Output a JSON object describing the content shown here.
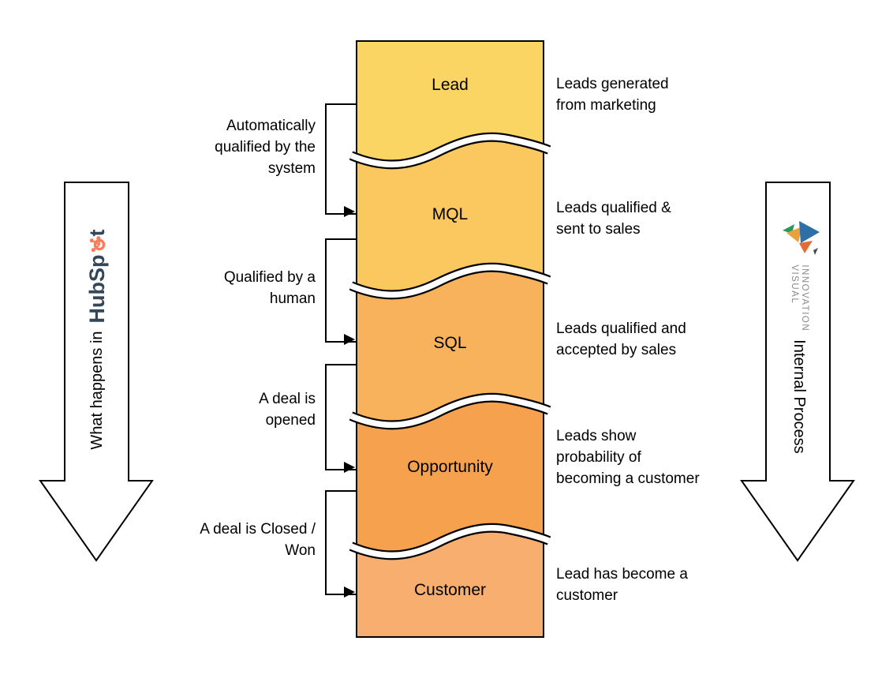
{
  "funnel": {
    "stages": [
      {
        "label": "Lead",
        "color": "#FBD563",
        "description": "Leads generated from marketing"
      },
      {
        "label": "MQL",
        "color": "#FBC75F",
        "description": "Leads qualified & sent to sales"
      },
      {
        "label": "SQL",
        "color": "#F9B25C",
        "description": "Leads qualified and accepted by sales"
      },
      {
        "label": "Opportunity",
        "color": "#F5A14D",
        "description": "Leads show probability of becoming a customer"
      },
      {
        "label": "Customer",
        "color": "#F8AE6E",
        "description": "Lead has become a customer"
      }
    ]
  },
  "left_annotations": [
    {
      "text": "Automatically qualified by the system"
    },
    {
      "text": "Qualified by a human"
    },
    {
      "text": "A deal is opened"
    },
    {
      "text": "A deal is Closed / Won"
    }
  ],
  "left_arrow": {
    "caption": "What happens in",
    "brand_prefix": "HubSp",
    "brand_suffix": "t",
    "brand_color": "#33475B",
    "sprocket_color": "#FF7A59"
  },
  "right_arrow": {
    "caption": "Internal Process",
    "logo_line1": "INNOVATION",
    "logo_line2": "VISUAL",
    "logo_text_color": "#8A8A8A",
    "triangle_colors": {
      "blue": "#2E6FA8",
      "amber": "#E9A13B",
      "green": "#27995F",
      "orange": "#E56B35",
      "dark": "#4A4A4A"
    }
  }
}
